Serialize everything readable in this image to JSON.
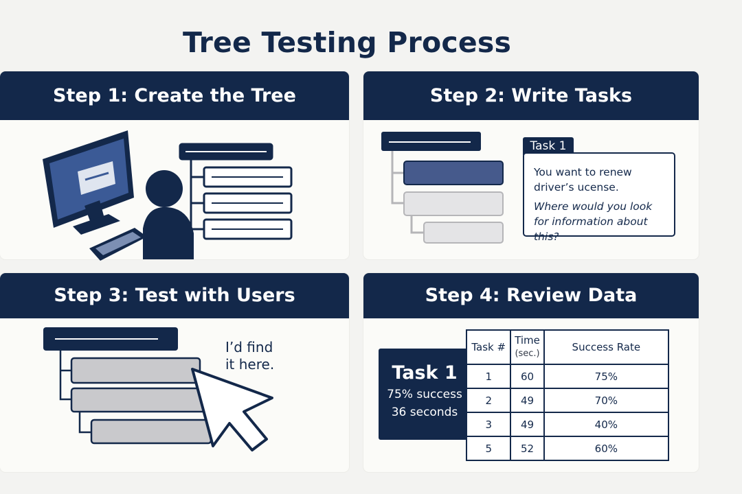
{
  "title": "Tree Testing Process",
  "steps": [
    {
      "heading": "Step 1: Create the Tree"
    },
    {
      "heading": "Step 2: Write Tasks"
    },
    {
      "heading": "Step 3: Test with Users"
    },
    {
      "heading": "Step 4: Review Data"
    }
  ],
  "task_card": {
    "label": "Task 1",
    "statement": "You want to renew driver’s ucense.",
    "question": "Where would you look for information about this?"
  },
  "speech_bubble": "I’d find it here.",
  "summary": {
    "title": "Task 1",
    "line1": "75% success",
    "line2": "36 seconds"
  },
  "results_table": {
    "headers": [
      "Task #",
      "Time",
      "Success Rate"
    ],
    "header_sub": "(sec.)",
    "rows": [
      [
        "1",
        "60",
        "75%"
      ],
      [
        "2",
        "49",
        "70%"
      ],
      [
        "3",
        "49",
        "40%"
      ],
      [
        "5",
        "52",
        "60%"
      ]
    ]
  },
  "colors": {
    "navy": "#13284a",
    "highlight": "#465a8c",
    "gray_fill": "#c9c9cc",
    "background": "#f3f3f1"
  }
}
